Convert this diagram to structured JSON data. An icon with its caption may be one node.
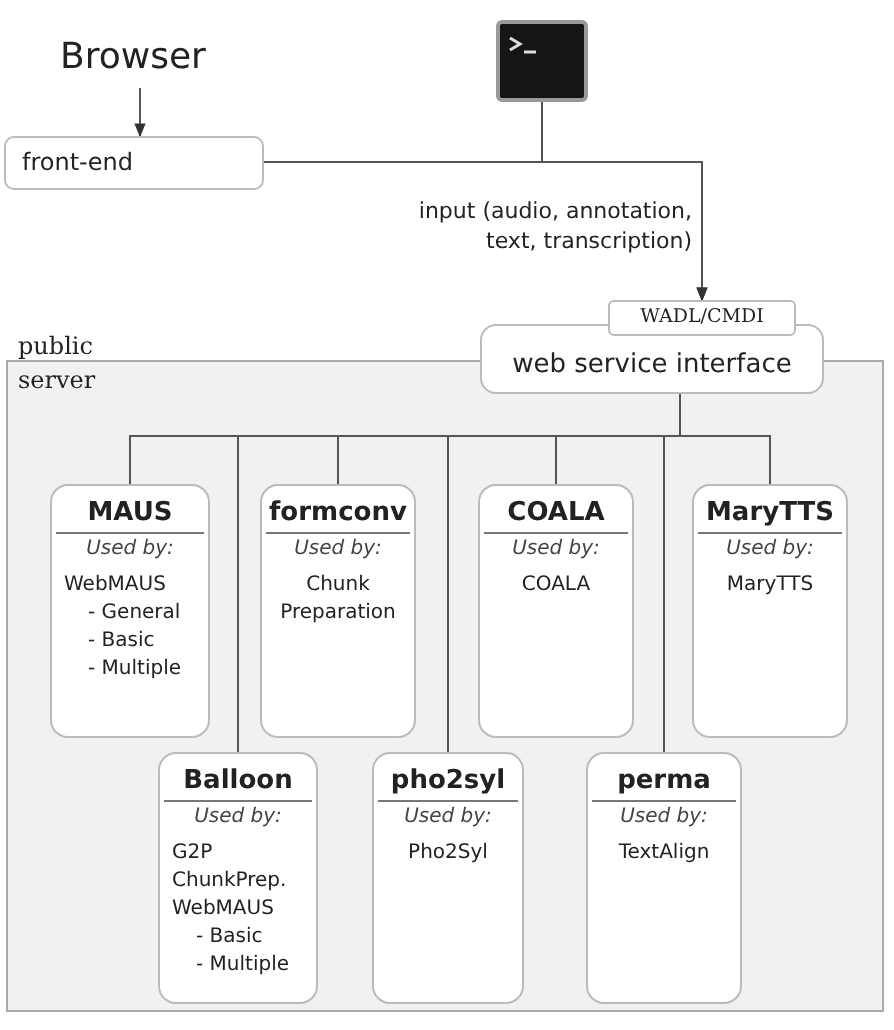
{
  "diagram": {
    "nodes": [
      {
        "text": [
          "Browser"
        ]
      },
      {
        "text": [
          "front-end"
        ]
      },
      {
        "text": [],
        "shape": "picture"
      },
      {
        "text": [
          "public server"
        ]
      },
      {
        "text": [
          "WADL/CMDI",
          "web service interface"
        ]
      },
      {
        "text": [
          "MAUS",
          "Used by:",
          "WebMAUS",
          "- General",
          "- Basic",
          "- Multiple"
        ],
        "in": 3
      },
      {
        "text": [
          "formconv",
          "Used by:",
          "Chunk Preparation"
        ],
        "in": 3
      },
      {
        "text": [
          "COALA",
          "Used by:",
          "COALA"
        ],
        "in": 3
      },
      {
        "text": [
          "MaryTTS",
          "Used by:",
          "MaryTTS"
        ],
        "in": 3
      },
      {
        "text": [
          "Balloon",
          "Used by:",
          "G2P",
          "ChunkPrep.",
          "WebMAUS",
          "- Basic",
          "- Multiple"
        ],
        "in": 3
      },
      {
        "text": [
          "pho2syl",
          "Used by:",
          "Pho2Syl"
        ],
        "in": 3
      },
      {
        "text": [
          "perma",
          "Used by:",
          "TextAlign"
        ],
        "in": 3
      }
    ],
    "edges": [
      {
        "from": 0,
        "to": 1,
        "arrow": "to"
      },
      {
        "from": 1,
        "to": 4,
        "arrow": "to",
        "label": "input (audio, annotation, text, transcription)"
      },
      {
        "from": 2,
        "to": 4,
        "arrow": "to"
      },
      {
        "from": 4,
        "to": 5,
        "arrow": "none"
      },
      {
        "from": 4,
        "to": 6,
        "arrow": "none"
      },
      {
        "from": 4,
        "to": 7,
        "arrow": "none"
      },
      {
        "from": 4,
        "to": 8,
        "arrow": "none"
      },
      {
        "from": 4,
        "to": 9,
        "arrow": "none"
      },
      {
        "from": 4,
        "to": 10,
        "arrow": "none"
      },
      {
        "from": 4,
        "to": 11,
        "arrow": "none"
      }
    ]
  }
}
